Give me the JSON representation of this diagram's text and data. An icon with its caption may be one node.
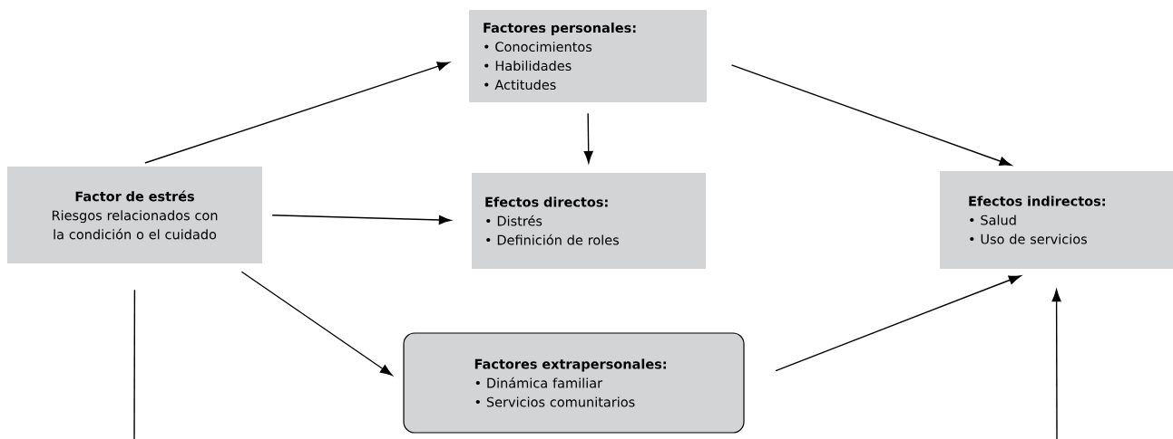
{
  "diagram": {
    "nodes": [
      {
        "text": [
          "Factores personales:",
          "• Conocimientos",
          "• Habilidades",
          "• Actitudes"
        ]
      },
      {
        "text": [
          "Factor de estrés",
          "Riesgos relacionados con la condición o el cuidado"
        ]
      },
      {
        "text": [
          "Efectos directos:",
          "• Distrés",
          "• Definición de roles"
        ]
      },
      {
        "text": [
          "Efectos indirectos:",
          "• Salud",
          "• Uso de servicios"
        ]
      },
      {
        "text": [
          "Factores extrapersonales:",
          "• Dinámica familiar",
          "• Servicios comunitarios"
        ]
      }
    ],
    "edges": [
      {
        "from": 1,
        "to": 0,
        "arrow": "to"
      },
      {
        "from": 0,
        "to": 3,
        "arrow": "to"
      },
      {
        "from": 0,
        "to": 2,
        "arrow": "to"
      },
      {
        "from": 1,
        "to": 2,
        "arrow": "to"
      },
      {
        "from": 1,
        "to": 4,
        "arrow": "to"
      },
      {
        "from": 4,
        "to": 3,
        "arrow": "to"
      },
      {
        "from": 1,
        "to": null,
        "arrow": "none"
      },
      {
        "from": null,
        "to": 3,
        "arrow": "to"
      }
    ]
  }
}
